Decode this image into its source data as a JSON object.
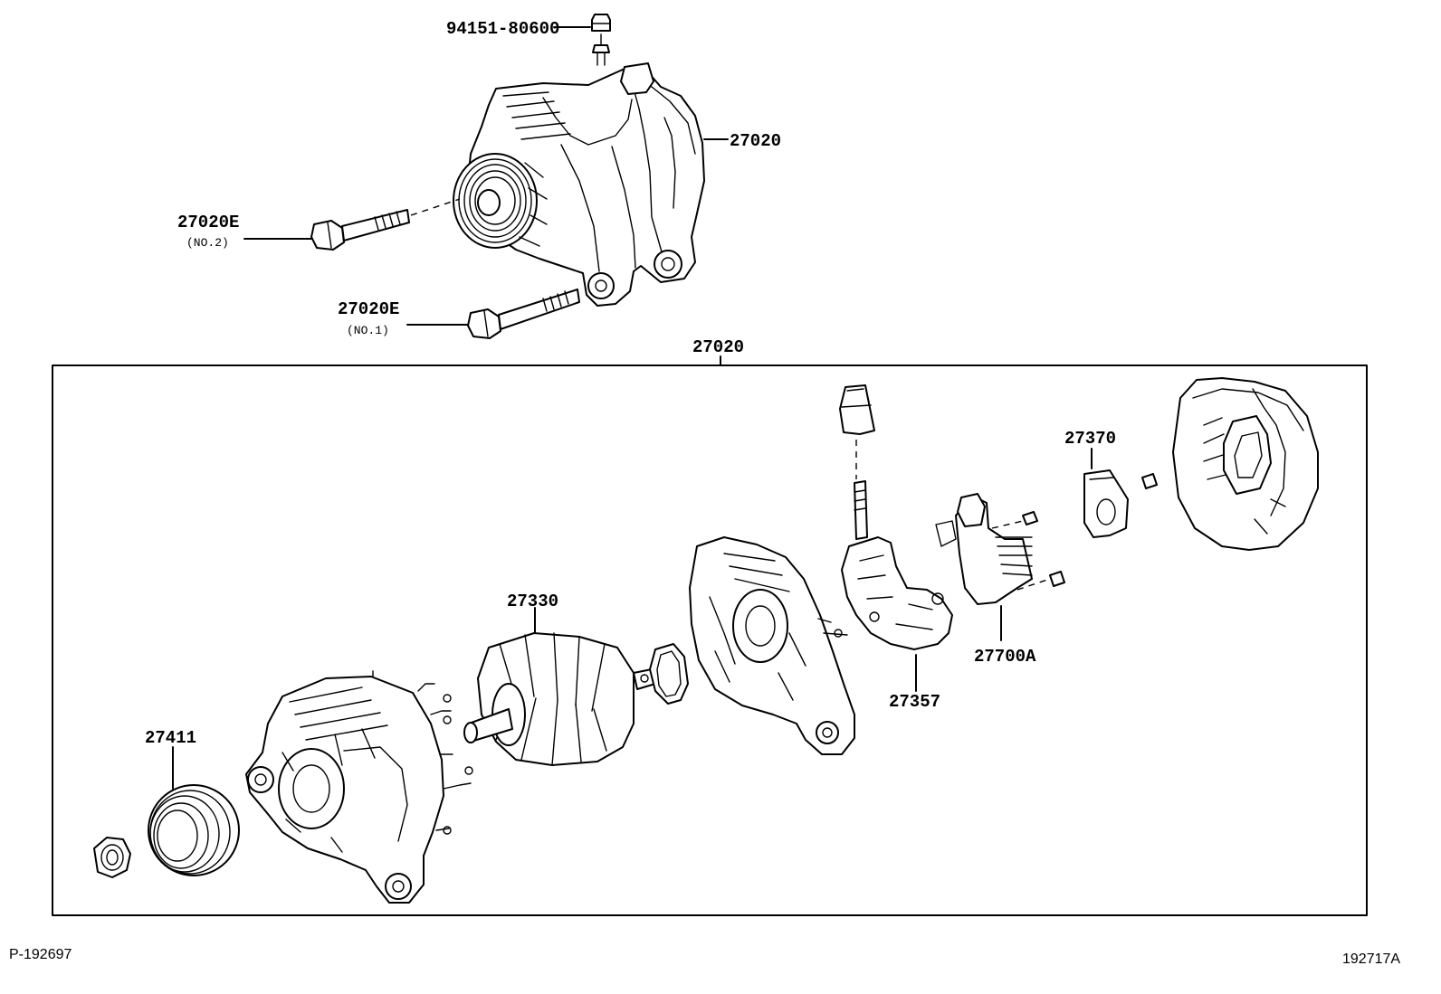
{
  "labels": {
    "nut_top": "94151-80600",
    "alternator_top": "27020",
    "bolt_no2": "27020E",
    "bolt_no2_note": "(NO.2)",
    "bolt_no1": "27020E",
    "bolt_no1_note": "(NO.1)",
    "assembly": "27020",
    "rotor": "27330",
    "pulley": "27411",
    "brush_holder": "27357",
    "regulator": "27700A",
    "terminal_insulator": "27370"
  },
  "footer": {
    "left_code": "P-192697",
    "right_code": "192717A"
  }
}
